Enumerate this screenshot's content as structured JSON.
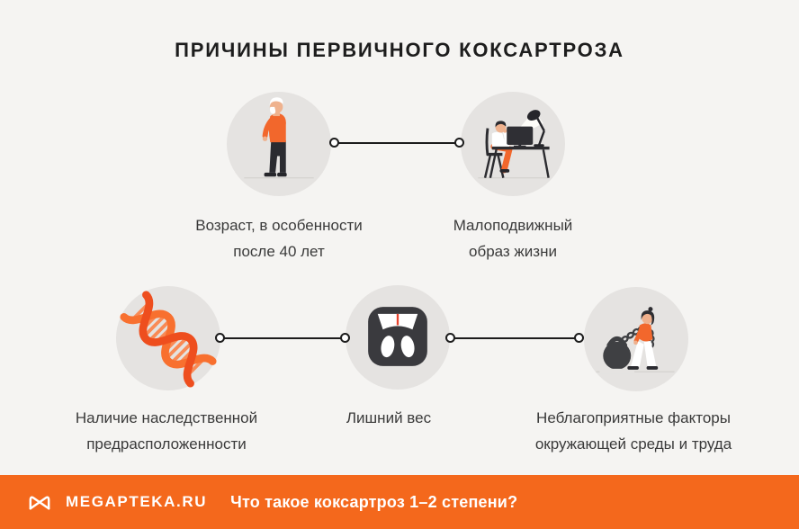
{
  "title": "ПРИЧИНЫ ПЕРВИЧНОГО КОКСАРТРОЗА",
  "causes": [
    {
      "id": "age",
      "icon": "elderly-man",
      "label": "Возраст, в особенности\nпосле 40 лет"
    },
    {
      "id": "sedentary",
      "icon": "sedentary-desk-work",
      "label": "Малоподвижный\nобраз жизни"
    },
    {
      "id": "heredity",
      "icon": "dna",
      "label": "Наличие наследственной\nпредрасположенности"
    },
    {
      "id": "overweight",
      "icon": "weight-scale",
      "label": "Лишний вес"
    },
    {
      "id": "environment",
      "icon": "kettlebell-burden",
      "label": "Неблагоприятные факторы\nокружающей среды и труда"
    }
  ],
  "footer": {
    "brand": "MEGAPTEKA.RU",
    "question": "Что такое коксартроз 1–2 степени?"
  },
  "colors": {
    "background": "#f5f4f2",
    "circle_gray": "#e5e3e1",
    "accent_orange": "#f4681c",
    "illustration_orange": "#f2672c",
    "dna_dark_orange": "#ee4e1e",
    "dna_light_orange": "#f8702f",
    "needle_red": "#e8432d",
    "text_dark": "#1d1d1d",
    "text_label": "#3a3a3a"
  }
}
